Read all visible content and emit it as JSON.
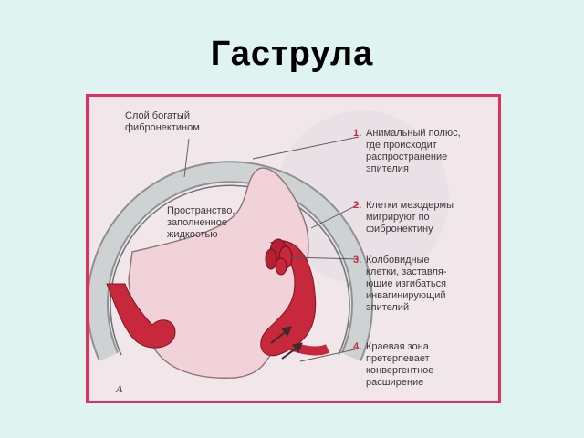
{
  "title": "Гаструла",
  "figure": {
    "panel_letter": "А",
    "labels": {
      "fibronectin_layer": "Слой богатый\nфибронектином",
      "cavity": "Пространство,\nзаполненное\nжидкостью"
    },
    "legend": [
      {
        "number": "1.",
        "text": "Анимальный полюс,\nгде происходит\nраспространение\nэпителия"
      },
      {
        "number": "2.",
        "text": "Клетки мезодермы\nмигрируют по\nфибронектину"
      },
      {
        "number": "3.",
        "text": "Колбовидные\nклетки, заставля-\nющие изгибаться\nинвагинирующий\nэпителий"
      },
      {
        "number": "4.",
        "text": "Краевая зона\nпретерпевает\nконвергентное\nрасширение"
      }
    ]
  },
  "colors": {
    "background": "#dff3f0",
    "frame_border": "#e0305f",
    "mesoderm_red": "#c8283c",
    "endoderm_pink": "#f0d2d8",
    "ectoderm_gray": "#c9cbcc"
  }
}
